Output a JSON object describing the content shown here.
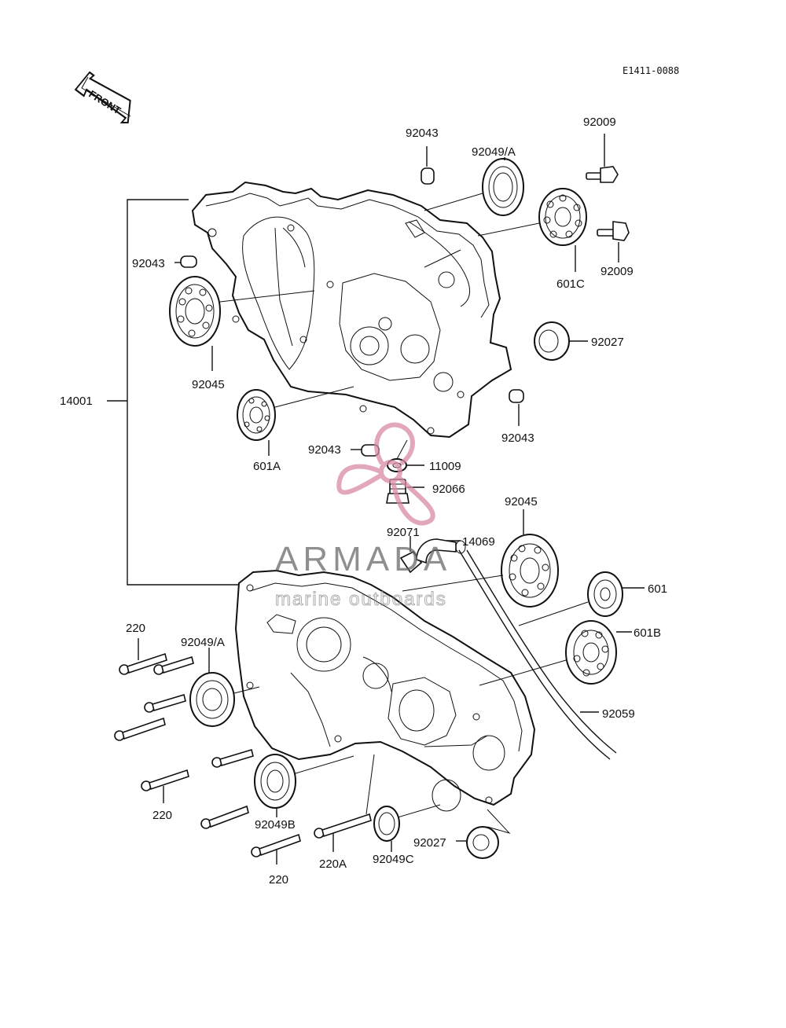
{
  "diagram": {
    "code": "E1411-0088",
    "front_label": "FRONT",
    "watermark": {
      "title": "ARMADA",
      "subtitle": "marine outboards"
    },
    "labels": {
      "p92043_a": "92043",
      "p92049A_a": "92049/A",
      "p92009_a": "92009",
      "p92009_b": "92009",
      "p601C": "601C",
      "p92043_b": "92043",
      "p92045_a": "92045",
      "p92027_a": "92027",
      "p14001": "14001",
      "p92043_c": "92043",
      "p601A": "601A",
      "p92043_d": "92043",
      "p11009": "11009",
      "p92066": "92066",
      "p92045_b": "92045",
      "p92071": "92071",
      "p14069": "14069",
      "p601": "601",
      "p601B": "601B",
      "p220_a": "220",
      "p92049A_b": "92049/A",
      "p92059": "92059",
      "p220_b": "220",
      "p92049B": "92049B",
      "p220_c": "220",
      "p220A": "220A",
      "p92049C": "92049C",
      "p92027_b": "92027"
    }
  }
}
